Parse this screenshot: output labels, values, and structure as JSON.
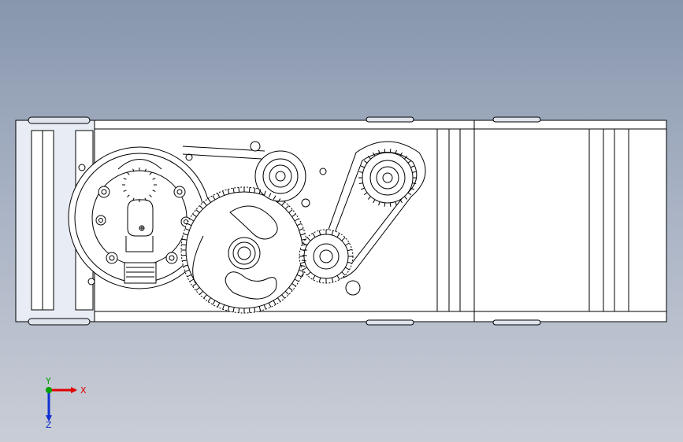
{
  "viewport": {
    "background_top": "#8796ad",
    "background_bottom": "#c9cdd6",
    "line_color": "#000000",
    "part_fill": "#ffffff"
  },
  "triad": {
    "x_label": "X",
    "y_label": "Y",
    "z_label": "Z",
    "x_color": "#e00000",
    "y_color": "#00a000",
    "z_color": "#1030d0"
  }
}
